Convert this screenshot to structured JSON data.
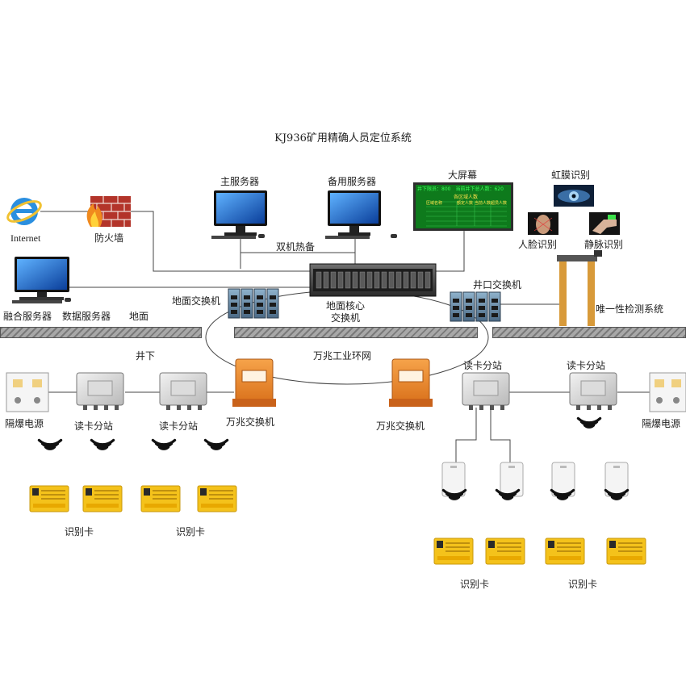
{
  "title": "KJ936矿用精确人员定位系统",
  "labels": {
    "internet": "Internet",
    "firewall": "防火墙",
    "main_server": "主服务器",
    "backup_server": "备用服务器",
    "hot_standby": "双机热备",
    "big_screen": "大屏幕",
    "iris": "虹膜识别",
    "face": "人脸识别",
    "vein": "静脉识别",
    "fusion_server": "融合服务器",
    "data_server": "数据服务器",
    "ground": "地面",
    "ground_switch": "地面交换机",
    "core_switch_1": "地面核心",
    "core_switch_2": "交换机",
    "shaft_switch": "井口交换机",
    "unique_detect": "唯一性检测系统",
    "underground": "井下",
    "ring_net": "万兆工业环网",
    "gig_switch_left": "万兆交换机",
    "gig_switch_right": "万兆交换机",
    "reader_station_1": "读卡分站",
    "reader_station_2": "读卡分站",
    "reader_station_3": "读卡分站",
    "reader_station_4": "读卡分站",
    "power_left": "隔爆电源",
    "power_right": "隔爆电源",
    "id_card_1": "识别卡",
    "id_card_2": "识别卡",
    "id_card_3": "识别卡",
    "id_card_4": "识别卡"
  },
  "screen": {
    "header": "井下限员：800　当前井下总人数：620",
    "subheader": "各区域人数",
    "cols": [
      "区域名称",
      "额定人数",
      "当前人数",
      "超员人数"
    ]
  },
  "colors": {
    "line": "#444444",
    "ground": "#9b9b9b",
    "switch_orange": "#ee8a2a",
    "card_yellow": "#f4c21b",
    "led_green": "#1ea83a",
    "screen_green": "#0e7a1c",
    "firewall_red": "#b3342a"
  }
}
